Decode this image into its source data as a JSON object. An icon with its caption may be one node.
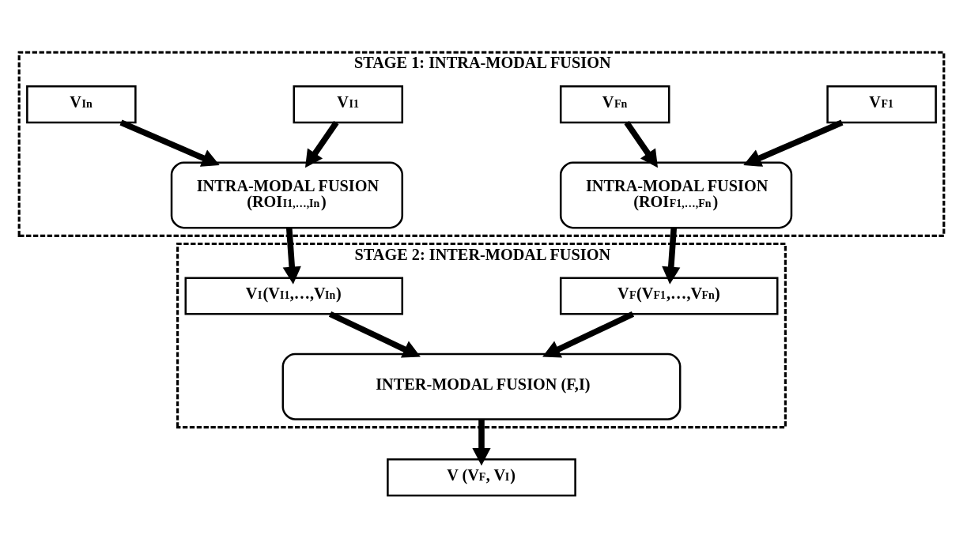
{
  "diagram": {
    "nodes": [
      {
        "text": [
          "STAGE 1: INTRA-MODAL FUSION"
        ]
      },
      {
        "text": [
          "V$_{F1}$"
        ],
        "in": 0
      },
      {
        "text": [
          "V$_{Fn}$"
        ],
        "in": 0
      },
      {
        "text": [
          "V$_{I1}$"
        ],
        "in": 0
      },
      {
        "text": [
          "V$_{In}$"
        ],
        "in": 0
      },
      {
        "text": [
          "INTRA-MODAL FUSION",
          "(ROI$_{F1,…,Fn}$)"
        ],
        "in": 0
      },
      {
        "text": [
          "INTRA-MODAL FUSION",
          "(ROI$_{I1,…,In}$)"
        ],
        "in": 0
      },
      {
        "text": [
          "STAGE 2: INTER-MODAL FUSION"
        ]
      },
      {
        "text": [
          "V$_{F}$(V$_{F1}$,…,V$_{Fn}$)"
        ],
        "in": 7
      },
      {
        "text": [
          "V$_{I}$(V$_{I1}$,…,V$_{In}$)"
        ],
        "in": 7
      },
      {
        "text": [
          "INTER-MODAL FUSION (F,I)"
        ],
        "in": 7
      },
      {
        "text": [
          "V (V$_{F}$, V$_{I}$)"
        ]
      }
    ],
    "edges": [
      {
        "from": 1,
        "to": 5,
        "arrow": "to"
      },
      {
        "from": 2,
        "to": 5,
        "arrow": "to"
      },
      {
        "from": 3,
        "to": 6,
        "arrow": "to"
      },
      {
        "from": 4,
        "to": 6,
        "arrow": "to"
      },
      {
        "from": 5,
        "to": 8,
        "arrow": "to"
      },
      {
        "from": 6,
        "to": 9,
        "arrow": "to"
      },
      {
        "from": 8,
        "to": 10,
        "arrow": "to"
      },
      {
        "from": 9,
        "to": 10,
        "arrow": "to"
      },
      {
        "from": 10,
        "to": 11,
        "arrow": "to"
      }
    ]
  }
}
